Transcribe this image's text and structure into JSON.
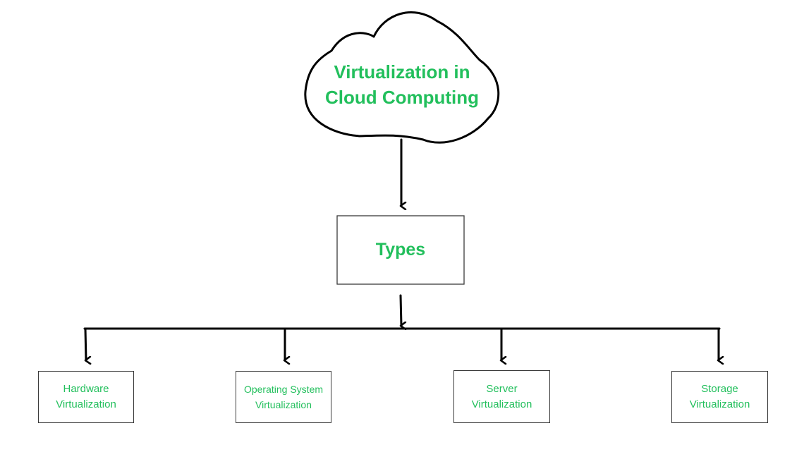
{
  "root": {
    "title": "Virtualization in Cloud Computing"
  },
  "types": {
    "label": "Types"
  },
  "leaves": [
    {
      "label": "Hardware Virtualization"
    },
    {
      "label": "Operating System Virtualization"
    },
    {
      "label": "Server Virtualization"
    },
    {
      "label": "Storage Virtualization"
    }
  ],
  "colors": {
    "text_accent": "#22bf5c",
    "line": "#000000",
    "box_border": "#3a3a3a",
    "background": "#ffffff"
  }
}
